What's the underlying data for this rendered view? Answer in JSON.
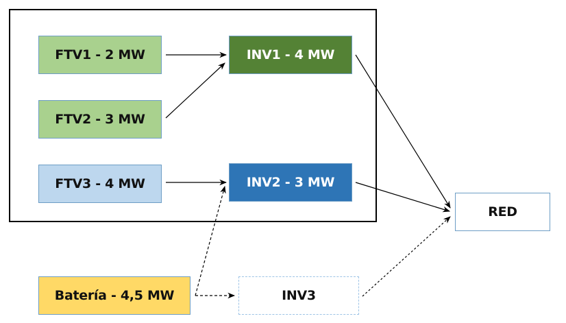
{
  "diagram": {
    "nodes": [
      {
        "id": "ftv1",
        "label": "FTV1 - 2 MW",
        "style": "lightgreen"
      },
      {
        "id": "ftv2",
        "label": "FTV2 - 3 MW",
        "style": "lightgreen"
      },
      {
        "id": "ftv3",
        "label": "FTV3 - 4 MW",
        "style": "lightblue"
      },
      {
        "id": "inv1",
        "label": "INV1 - 4 MW",
        "style": "darkgreen"
      },
      {
        "id": "inv2",
        "label": "INV2 - 3 MW",
        "style": "darkblue"
      },
      {
        "id": "bateria",
        "label": "Batería - 4,5 MW",
        "style": "yellow"
      },
      {
        "id": "inv3",
        "label": "INV3",
        "style": "dashed"
      },
      {
        "id": "red",
        "label": "RED",
        "style": "white"
      }
    ],
    "edges": [
      {
        "from": "ftv1",
        "to": "inv1",
        "line": "solid"
      },
      {
        "from": "ftv2",
        "to": "inv1",
        "line": "solid"
      },
      {
        "from": "ftv3",
        "to": "inv2",
        "line": "solid"
      },
      {
        "from": "inv1",
        "to": "red",
        "line": "solid"
      },
      {
        "from": "inv2",
        "to": "red",
        "line": "solid"
      },
      {
        "from": "bateria",
        "to": "inv2",
        "line": "dashed"
      },
      {
        "from": "bateria",
        "to": "inv3",
        "line": "dashed"
      },
      {
        "from": "inv3",
        "to": "red",
        "line": "dashed"
      }
    ],
    "colors": {
      "lightgreen": "#a9d18e",
      "darkgreen": "#548235",
      "lightblue": "#bdd7ee",
      "darkblue": "#2e75b6",
      "yellow": "#ffd966",
      "node_border": "#6d9dc5"
    }
  }
}
